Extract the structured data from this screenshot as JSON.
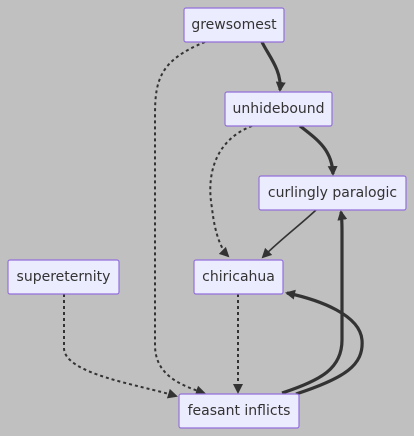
{
  "diagram": {
    "nodes": {
      "grewsomest": "grewsomest",
      "unhidebound": "unhidebound",
      "curlingly_paralogic": "curlingly paralogic",
      "supereternity": "supereternity",
      "chiricahua": "chiricahua",
      "feasant_inflicts": "feasant inflicts"
    },
    "edges": [
      {
        "from": "grewsomest",
        "to": "unhidebound",
        "style": "thick"
      },
      {
        "from": "unhidebound",
        "to": "curlingly paralogic",
        "style": "thick"
      },
      {
        "from": "unhidebound",
        "to": "chiricahua",
        "style": "dotted"
      },
      {
        "from": "curlingly paralogic",
        "to": "chiricahua",
        "style": "solid"
      },
      {
        "from": "grewsomest",
        "to": "feasant inflicts",
        "style": "dotted"
      },
      {
        "from": "supereternity",
        "to": "feasant inflicts",
        "style": "dotted"
      },
      {
        "from": "chiricahua",
        "to": "feasant inflicts",
        "style": "dotted"
      },
      {
        "from": "feasant inflicts",
        "to": "curlingly paralogic",
        "style": "thick"
      },
      {
        "from": "feasant inflicts",
        "to": "chiricahua",
        "style": "thick"
      }
    ],
    "colors": {
      "background": "#c0c0c0",
      "node_fill": "#ececff",
      "node_stroke": "#9370db",
      "edge": "#333333",
      "text": "#333333"
    }
  }
}
